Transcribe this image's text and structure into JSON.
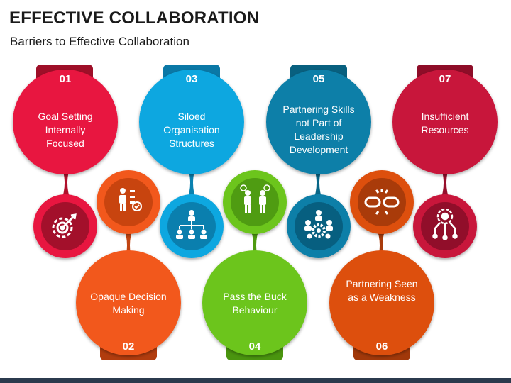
{
  "title": "EFFECTIVE COLLABORATION",
  "subtitle": "Barriers to Effective Collaboration",
  "items": [
    {
      "number": "01",
      "label": "Goal Setting Internally Focused",
      "color": "#e8173f",
      "icon": "target-gear-icon"
    },
    {
      "number": "02",
      "label": "Opaque Decision Making",
      "color": "#f2591f",
      "icon": "decision-checklist-icon"
    },
    {
      "number": "03",
      "label": "Siloed Organisation Structures",
      "color": "#0ea7e0",
      "icon": "org-chart-icon"
    },
    {
      "number": "04",
      "label": "Pass the Buck Behaviour",
      "color": "#6cc51d",
      "icon": "blame-people-icon"
    },
    {
      "number": "05",
      "label": "Partnering Skills not Part of Leadership Development",
      "color": "#0d7fa8",
      "icon": "team-gear-icon"
    },
    {
      "number": "06",
      "label": "Partnering Seen as a Weakness",
      "color": "#dd4f10",
      "icon": "broken-chain-icon"
    },
    {
      "number": "07",
      "label": "Insufficient Resources",
      "color": "#c8153a",
      "icon": "brain-circuit-icon"
    }
  ]
}
